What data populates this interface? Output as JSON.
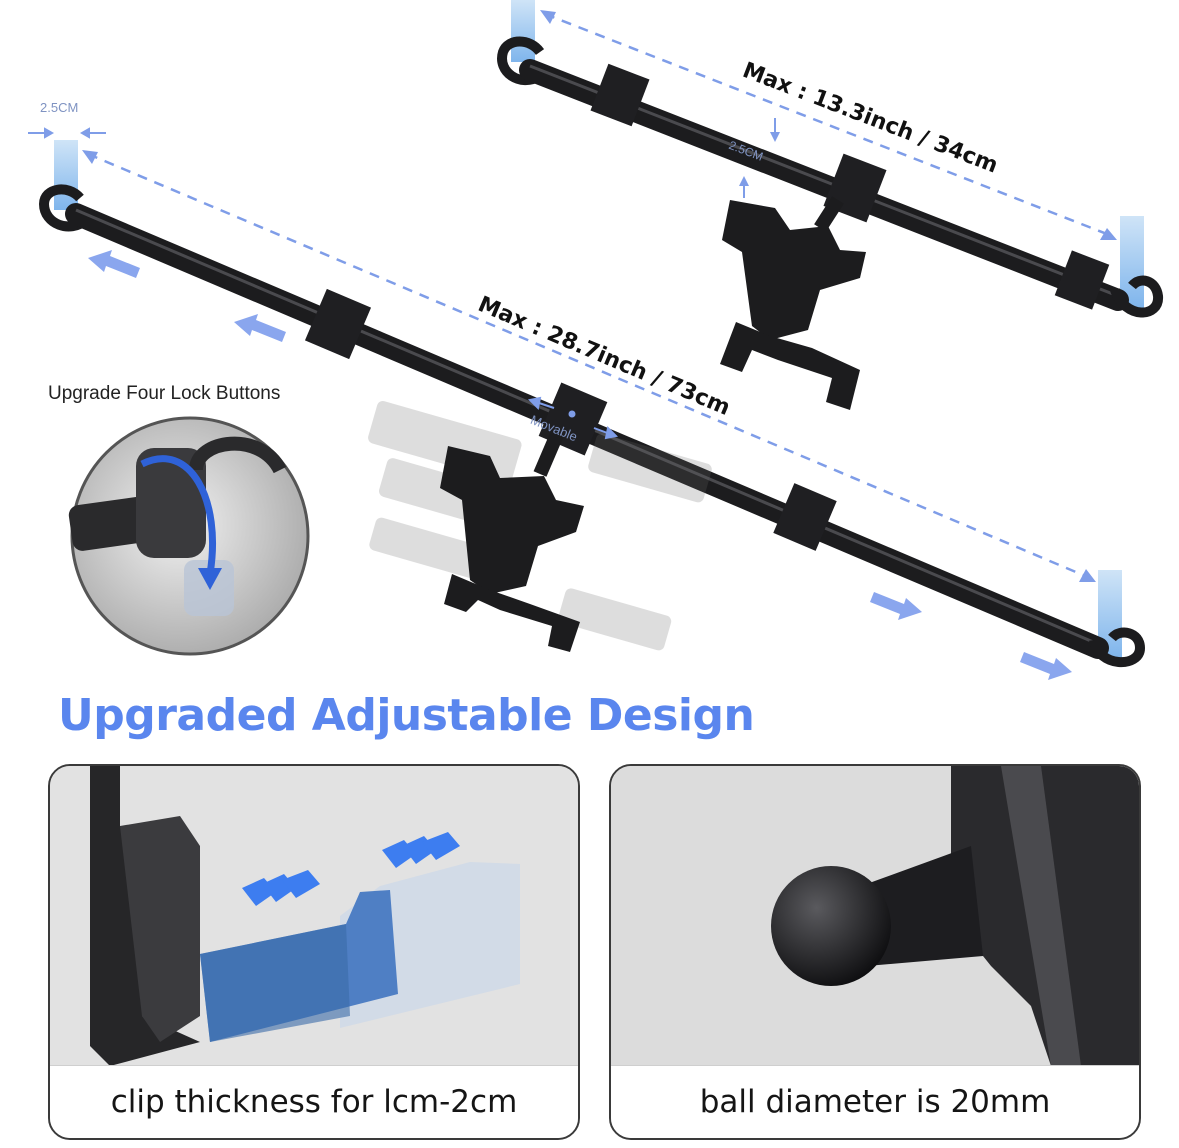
{
  "dimensions": {
    "short_max": "Max :  13.3inch / 34cm",
    "long_max": "Max :  28.7inch / 73cm",
    "hook_width_label": "2.5CM",
    "bar_gap_label": "2.5CM",
    "movable_label": "Movable"
  },
  "upgrade_note": "Upgrade Four Lock Buttons",
  "headline": "Upgraded Adjustable Design",
  "panels": {
    "clip_caption": "clip thickness for lcm-2cm",
    "ball_caption": "ball diameter is 20mm"
  },
  "colors": {
    "accent_blue": "#5a86ee",
    "dashed_line": "#7f9de8",
    "bar_black": "#1c1c1e",
    "panel_border": "#3a3a3a"
  }
}
